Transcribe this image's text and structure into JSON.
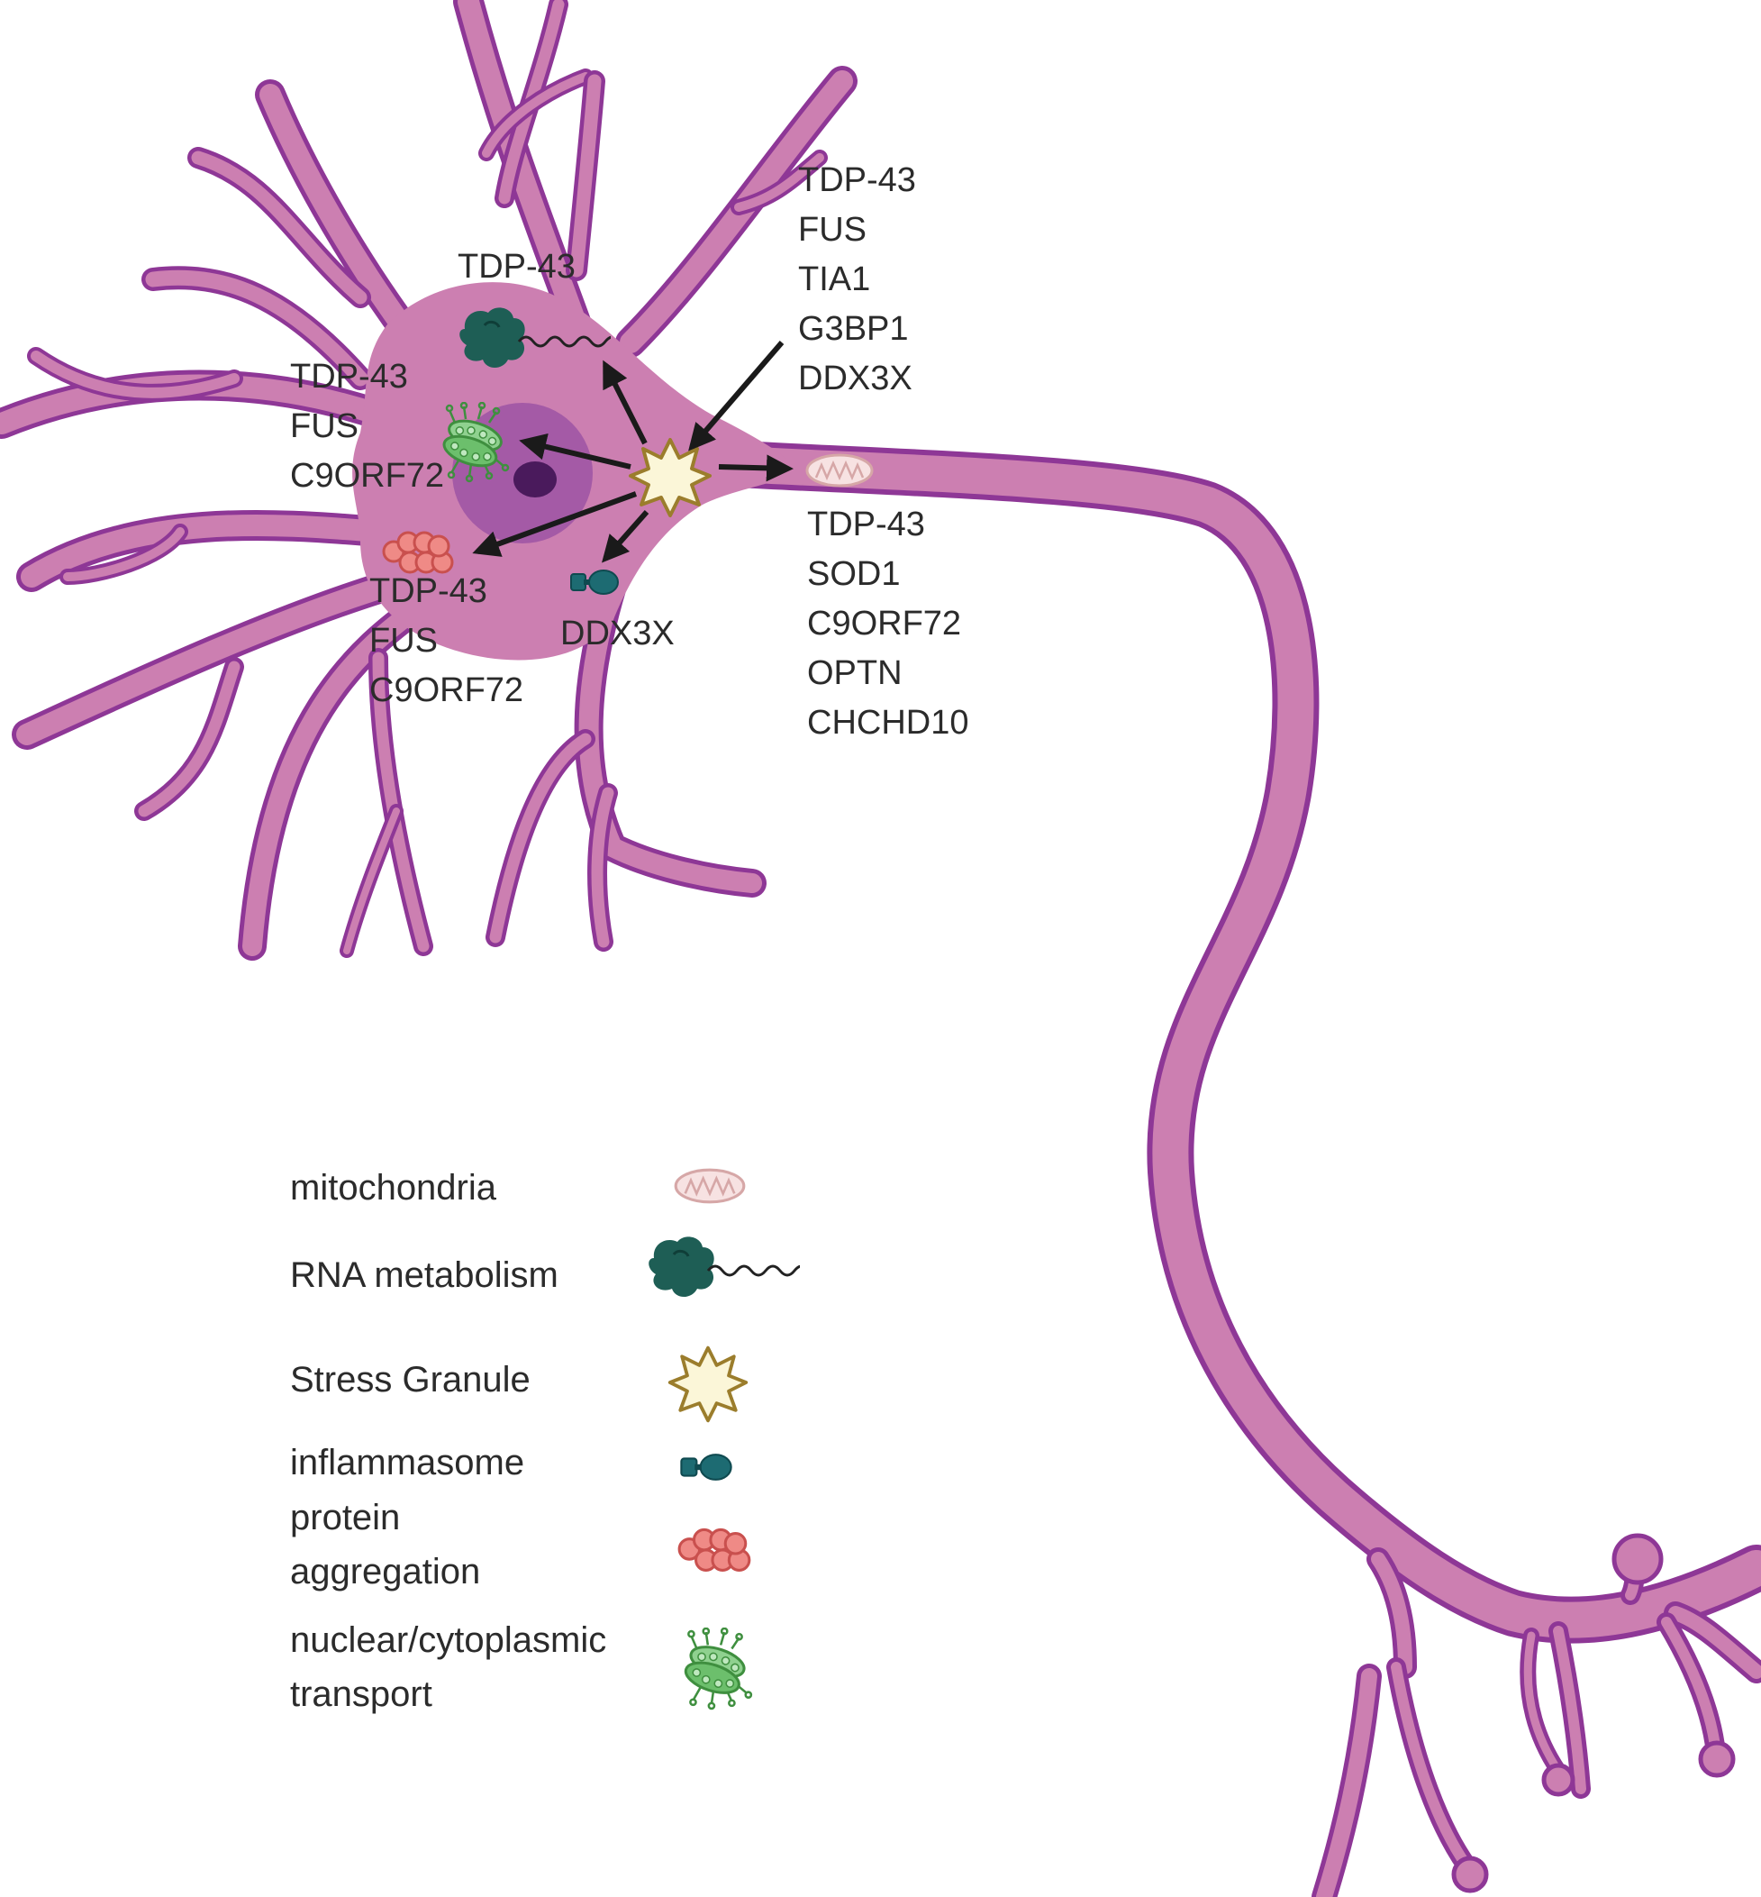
{
  "colors": {
    "neuron_fill": "#cc7fb1",
    "neuron_outline": "#8e3796",
    "nucleus_fill": "#a45aa6",
    "nucleolus": "#4a1a5c",
    "granule_fill": "#fbf6d8",
    "granule_outline": "#9b7d2c",
    "mito_fill": "#f7e2e2",
    "mito_outline": "#d6a7a7",
    "rna_protein": "#1e5e55",
    "inflammasome": "#1d6b72",
    "aggregate_fill": "#ef8a86",
    "aggregate_outline": "#c9504e",
    "pore_green": "#6cbf6c",
    "arrow": "#1a1a1a"
  },
  "labels": {
    "top_right": [
      "TDP-43",
      "FUS",
      "TIA1",
      "G3BP1",
      "DDX3X"
    ],
    "rna_group": [
      "TDP-43"
    ],
    "transport_group": [
      "TDP-43",
      "FUS",
      "C9ORF72"
    ],
    "aggregation_group": [
      "TDP-43",
      "FUS",
      "C9ORF72"
    ],
    "inflammasome_group": [
      "DDX3X"
    ],
    "mito_group": [
      "TDP-43",
      "SOD1",
      "C9ORF72",
      "OPTN",
      "CHCHD10"
    ]
  },
  "legend": {
    "items": [
      {
        "id": "mitochondria",
        "lines": [
          "mitochondria"
        ],
        "icon": "mitochondria-icon"
      },
      {
        "id": "rna",
        "lines": [
          "RNA metabolism"
        ],
        "icon": "rna-protein-icon"
      },
      {
        "id": "granule",
        "lines": [
          "Stress Granule"
        ],
        "icon": "stress-granule-icon"
      },
      {
        "id": "inflammasome",
        "lines": [
          "inflammasome"
        ],
        "icon": "inflammasome-icon"
      },
      {
        "id": "aggregation",
        "lines": [
          "protein",
          "aggregation"
        ],
        "icon": "aggregate-icon"
      },
      {
        "id": "transport",
        "lines": [
          "nuclear/cytoplasmic",
          "transport"
        ],
        "icon": "nuclear-pore-icon"
      }
    ]
  }
}
